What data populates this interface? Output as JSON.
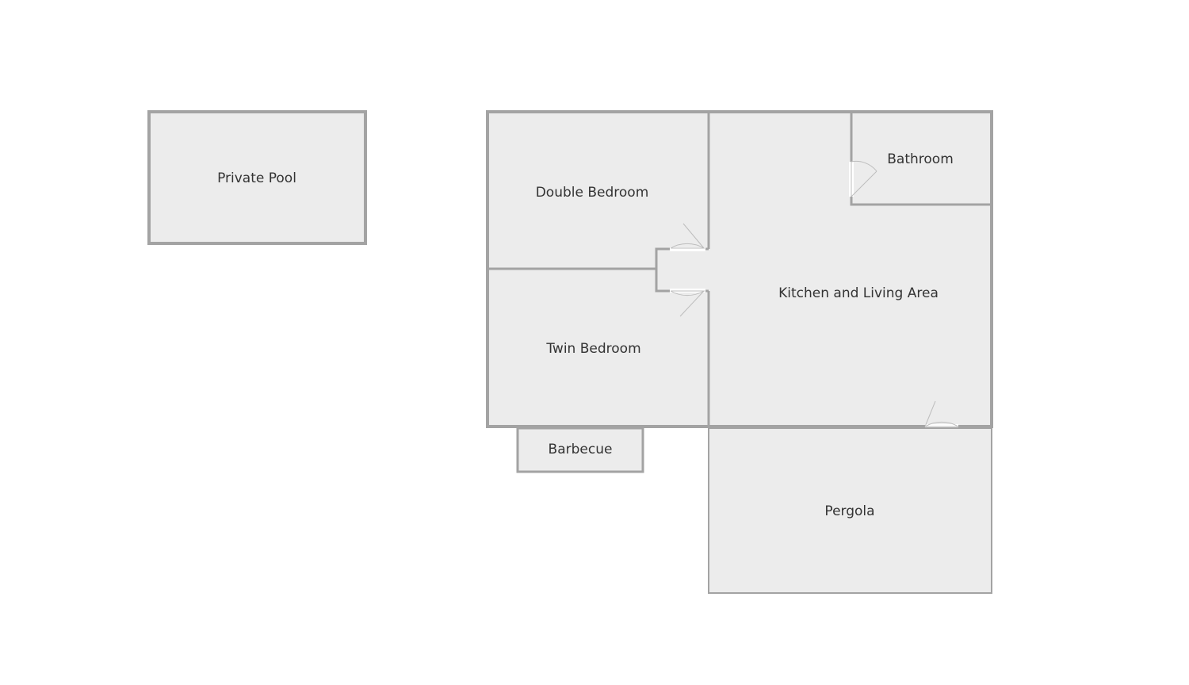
{
  "rooms": {
    "private_pool": "Private Pool",
    "double_bedroom": "Double Bedroom",
    "twin_bedroom": "Twin Bedroom",
    "bathroom": "Bathroom",
    "kitchen_living": "Kitchen and Living Area",
    "barbecue": "Barbecue",
    "pergola": "Pergola"
  },
  "colors": {
    "wall": "#a3a3a3",
    "floor": "#ececec",
    "background": "#ffffff",
    "text": "#333333"
  }
}
